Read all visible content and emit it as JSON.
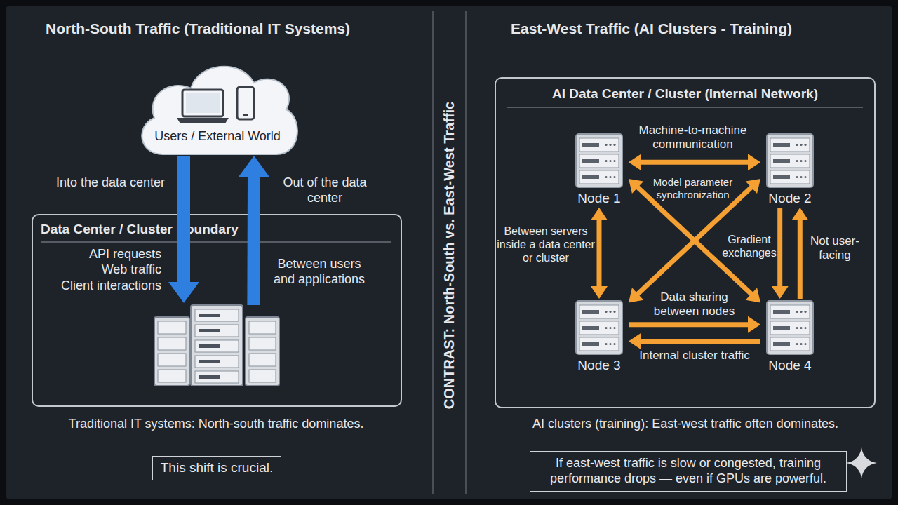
{
  "diagram": {
    "nodes": [
      {
        "text": [
          "Users / External World"
        ]
      },
      {
        "text": [
          "Data Center / Cluster Boundary",
          "API requests",
          "Web traffic",
          "Client interactions",
          "Between users and applications"
        ]
      },
      {
        "text": [
          "This shift is crucial."
        ]
      },
      {
        "text": [
          "AI Data Center / Cluster (Internal Network)"
        ]
      },
      {
        "text": [
          "Node 1"
        ],
        "in": 3
      },
      {
        "text": [
          "Node 2"
        ],
        "in": 3
      },
      {
        "text": [
          "Node 3"
        ],
        "in": 3
      },
      {
        "text": [
          "Node 4"
        ],
        "in": 3
      },
      {
        "text": [
          "If east-west traffic is slow or congested, training performance drops — even if GPUs are powerful."
        ]
      }
    ],
    "edges": [
      {
        "from": 0,
        "to": 1,
        "arrow": "to",
        "label": "Into the data center"
      },
      {
        "from": 1,
        "to": 0,
        "arrow": "to",
        "label": "Out of the data center"
      },
      {
        "from": 4,
        "to": 5,
        "arrow": "both",
        "label": "Machine-to-machine communication"
      },
      {
        "from": 4,
        "to": 7,
        "arrow": "both",
        "label": "Model parameter synchronization"
      },
      {
        "from": 5,
        "to": 6,
        "arrow": "both",
        "label": "Gradient exchanges"
      },
      {
        "from": 4,
        "to": 6,
        "arrow": "both",
        "label": "Between servers inside a data center or cluster"
      },
      {
        "from": 5,
        "to": 7,
        "arrow": "to",
        "label": "Not user-facing"
      },
      {
        "from": 7,
        "to": 5,
        "arrow": "to"
      },
      {
        "from": 6,
        "to": 7,
        "arrow": "to",
        "label": "Data sharing between nodes"
      },
      {
        "from": 7,
        "to": 6,
        "arrow": "to",
        "label": "Internal cluster traffic"
      }
    ],
    "labels": [
      "North-South Traffic (Traditional IT Systems)",
      "Traditional IT systems: North-south traffic dominates.",
      "CONTRAST: North-South vs. East-West Traffic",
      "East-West Traffic (AI Clusters - Training)",
      "AI clusters (training): East-west traffic often dominates."
    ]
  }
}
